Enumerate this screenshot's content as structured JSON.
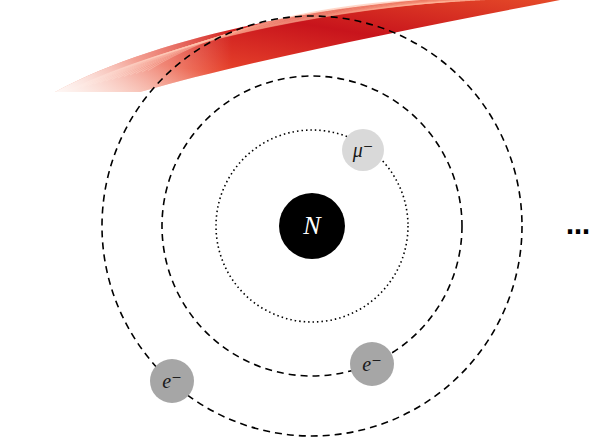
{
  "diagram": {
    "nodes": [
      {
        "text": [
          "N"
        ]
      },
      {
        "text": [
          "μ⁻"
        ]
      },
      {
        "text": [
          "e⁻"
        ]
      },
      {
        "text": [
          "e⁻"
        ]
      }
    ],
    "labels": [
      "…"
    ]
  }
}
